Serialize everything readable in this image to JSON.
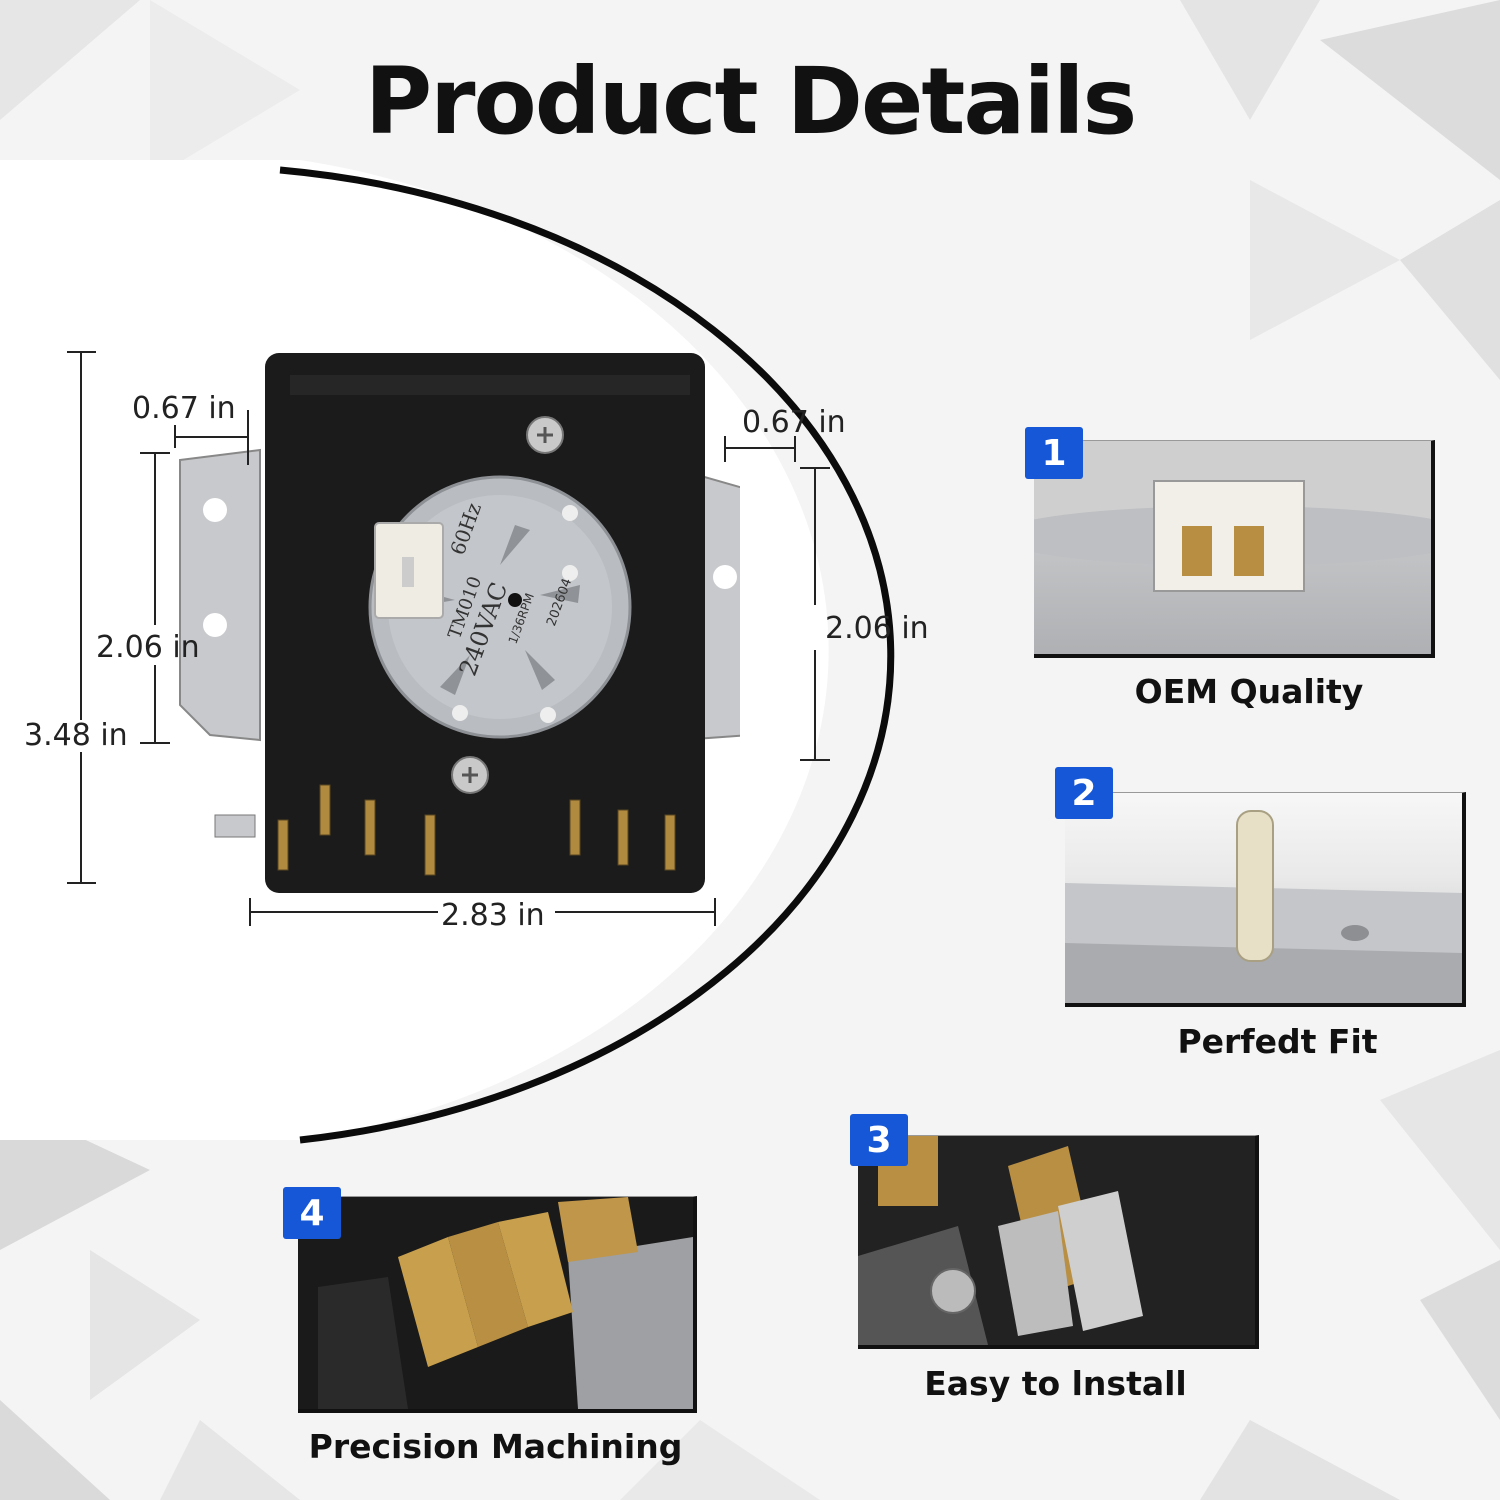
{
  "title": "Product Details",
  "dimensions": {
    "left_depth": "0.67 in",
    "right_depth": "0.67 in",
    "left_mount": "2.06 in",
    "right_mount": "2.06 in",
    "height": "3.48 in",
    "width": "2.83 in"
  },
  "timer_labels": {
    "model": "TM010",
    "voltage": "240VAC",
    "frequency": "60Hz",
    "speed": "1/36RPM",
    "code": "202604"
  },
  "features": [
    {
      "number": "1",
      "caption": "OEM Quality"
    },
    {
      "number": "2",
      "caption": "Perfedt Fit"
    },
    {
      "number": "3",
      "caption": "Easy to lnstall"
    },
    {
      "number": "4",
      "caption": "Precision Machining"
    }
  ],
  "colors": {
    "badge": "#1557d6",
    "arc": "#0b0b0b",
    "housing": "#1b1b1b",
    "motor": "#b9bcc0"
  }
}
